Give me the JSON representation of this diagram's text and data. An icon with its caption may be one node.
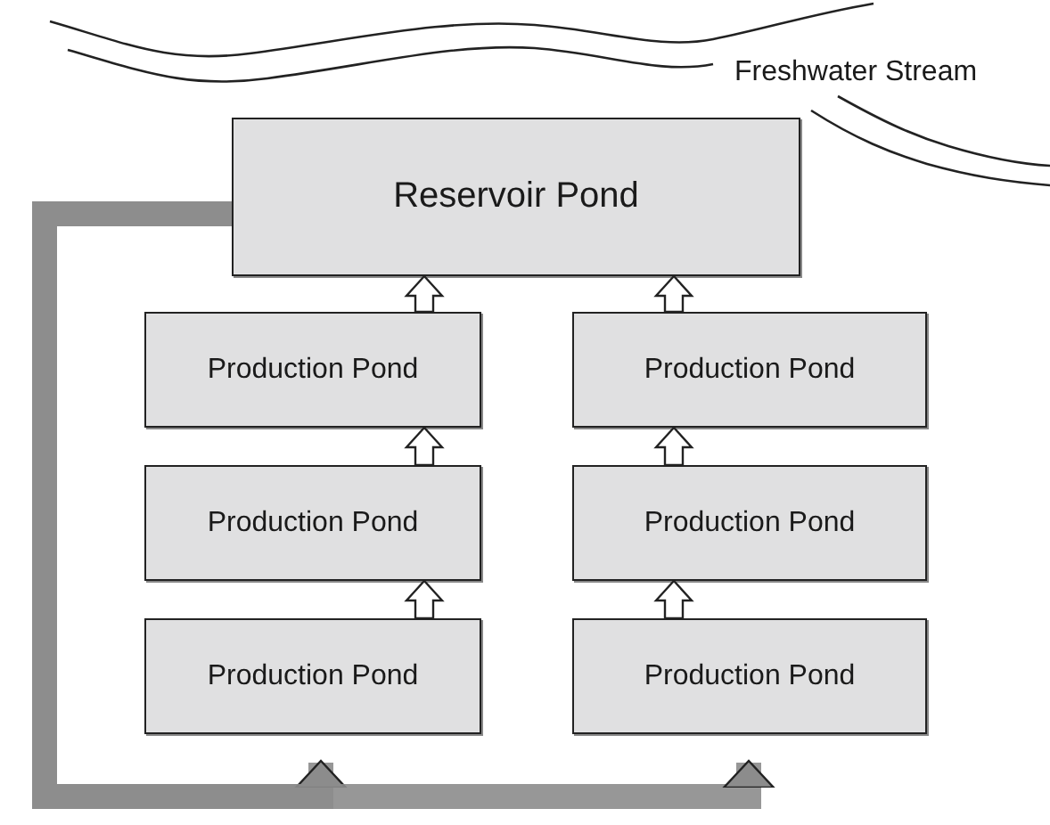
{
  "diagram": {
    "nodes": [
      {
        "text": [
          "Reservoir Pond"
        ]
      },
      {
        "text": [
          "Production Pond"
        ]
      },
      {
        "text": [
          "Production Pond"
        ]
      },
      {
        "text": [
          "Production Pond"
        ]
      },
      {
        "text": [
          "Production Pond"
        ]
      },
      {
        "text": [
          "Production Pond"
        ]
      },
      {
        "text": [
          "Production Pond"
        ]
      }
    ],
    "edges": [
      {
        "from": 5,
        "to": 3,
        "arrow": "to"
      },
      {
        "from": 3,
        "to": 1,
        "arrow": "to"
      },
      {
        "from": 1,
        "to": 0,
        "arrow": "to"
      },
      {
        "from": 6,
        "to": 4,
        "arrow": "to"
      },
      {
        "from": 4,
        "to": 2,
        "arrow": "to"
      },
      {
        "from": 2,
        "to": 0,
        "arrow": "to"
      },
      {
        "from": 0,
        "to": 5,
        "arrow": "to",
        "color": "#8c8c8c"
      },
      {
        "from": 0,
        "to": 6,
        "arrow": "to",
        "color": "#8c8c8c"
      }
    ],
    "labels": [
      "Freshwater Stream"
    ]
  }
}
